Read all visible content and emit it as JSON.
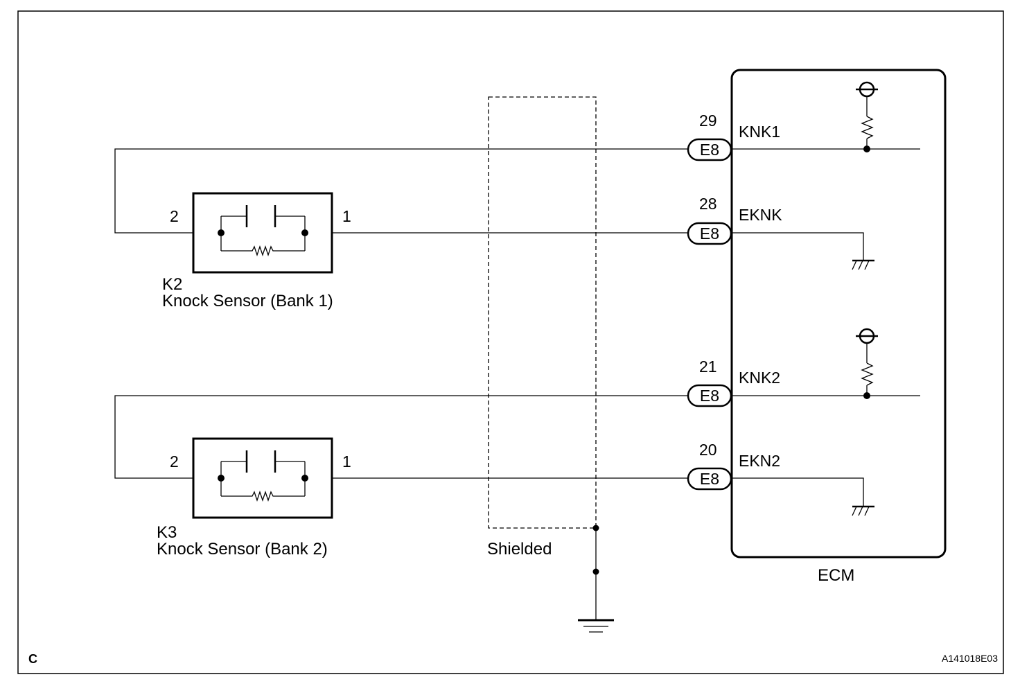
{
  "frame": {
    "corner_label": "C",
    "figure_id": "A141018E03"
  },
  "sensors": [
    {
      "code": "K2",
      "name": "Knock Sensor (Bank 1)",
      "pin_left": "2",
      "pin_right": "1"
    },
    {
      "code": "K3",
      "name": "Knock Sensor (Bank 2)",
      "pin_left": "2",
      "pin_right": "1"
    }
  ],
  "shield": {
    "label": "Shielded"
  },
  "ecm": {
    "label": "ECM",
    "terminals": [
      {
        "pin": "29",
        "connector": "E8",
        "signal": "KNK1"
      },
      {
        "pin": "28",
        "connector": "E8",
        "signal": "EKNK"
      },
      {
        "pin": "21",
        "connector": "E8",
        "signal": "KNK2"
      },
      {
        "pin": "20",
        "connector": "E8",
        "signal": "EKN2"
      }
    ]
  }
}
